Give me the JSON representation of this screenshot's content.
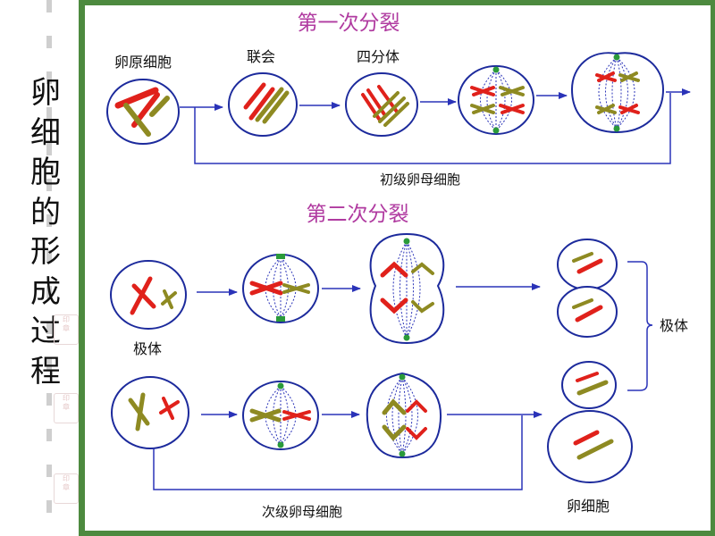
{
  "title_chars": [
    "卵",
    "细",
    "胞",
    "的",
    "形",
    "成",
    "过",
    "程"
  ],
  "section1": {
    "heading": "第一次分裂",
    "label_oogonium": "卵原细胞",
    "label_synapsis": "联会",
    "label_tetrad": "四分体",
    "label_primary": "初级卵母细胞"
  },
  "section2": {
    "heading": "第二次分裂",
    "label_polar_body": "极体",
    "label_polar_bodies": "极体",
    "label_secondary": "次级卵母细胞",
    "label_egg": "卵细胞"
  },
  "colors": {
    "frame": "#4d8a3f",
    "heading": "#b03aa0",
    "arrow": "#2a33b8",
    "cell_outline": "#1c2a9c",
    "chromosome_red": "#e0211b",
    "chromosome_olive": "#8e8a22",
    "centrosome": "#2a9a3a"
  }
}
